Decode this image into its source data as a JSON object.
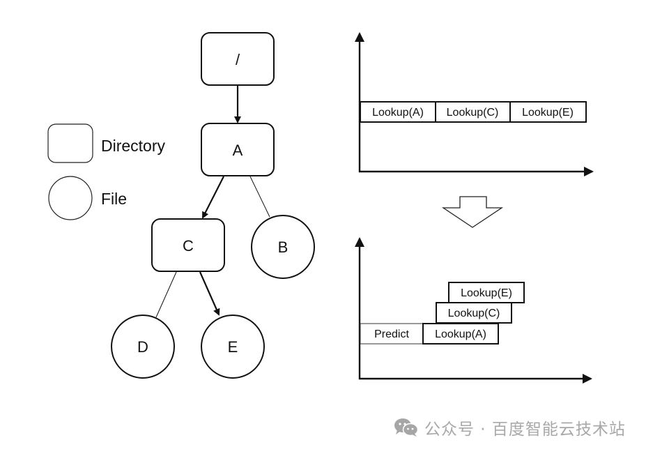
{
  "legend": {
    "directory_label": "Directory",
    "file_label": "File"
  },
  "tree": {
    "nodes": [
      {
        "id": "root",
        "label": "/",
        "kind": "directory"
      },
      {
        "id": "A",
        "label": "A",
        "kind": "directory"
      },
      {
        "id": "B",
        "label": "B",
        "kind": "file"
      },
      {
        "id": "C",
        "label": "C",
        "kind": "directory"
      },
      {
        "id": "D",
        "label": "D",
        "kind": "file"
      },
      {
        "id": "E",
        "label": "E",
        "kind": "file"
      }
    ],
    "edges": [
      {
        "from": "root",
        "to": "A",
        "highlighted": true
      },
      {
        "from": "A",
        "to": "C",
        "highlighted": true
      },
      {
        "from": "A",
        "to": "B",
        "highlighted": false
      },
      {
        "from": "C",
        "to": "D",
        "highlighted": false
      },
      {
        "from": "C",
        "to": "E",
        "highlighted": true
      }
    ]
  },
  "timeline_before": {
    "blocks": [
      "Lookup(A)",
      "Lookup(C)",
      "Lookup(E)"
    ]
  },
  "timeline_after": {
    "predict_label": "Predict",
    "blocks": [
      "Lookup(A)",
      "Lookup(C)",
      "Lookup(E)"
    ]
  },
  "transition_arrow": "down-arrow",
  "watermark": {
    "icon": "wechat-icon",
    "text": "公众号 · 百度智能云技术站",
    "color": "#a8a8a8"
  }
}
